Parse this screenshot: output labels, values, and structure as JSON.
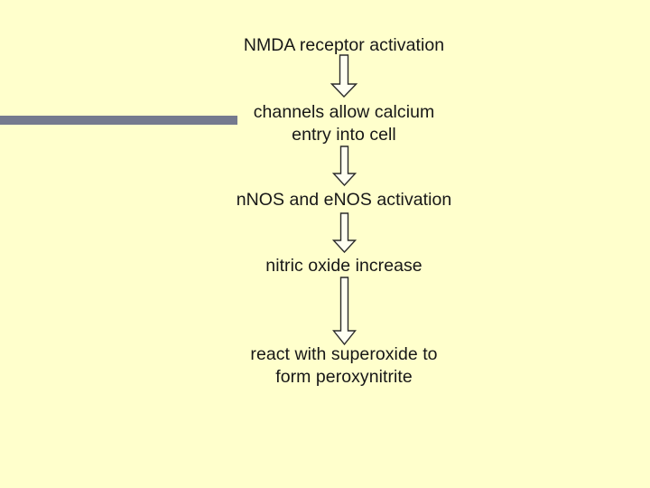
{
  "slide": {
    "background_color": "#ffffcc",
    "text_color": "#171717",
    "accent_bar_color": "#757a8e",
    "arrow_fill_color": "#fffff2",
    "arrow_outline_color": "#2b2b2b"
  },
  "flow": {
    "steps": [
      {
        "id": "step-1",
        "text": "NMDA receptor activation"
      },
      {
        "id": "step-2",
        "text": "channels allow calcium\nentry into cell"
      },
      {
        "id": "step-3",
        "text": "nNOS and eNOS activation"
      },
      {
        "id": "step-4",
        "text": "nitric oxide increase"
      },
      {
        "id": "step-5",
        "text": "react with superoxide to\nform peroxynitrite"
      }
    ],
    "connectors": [
      {
        "id": "arrow-1",
        "icon": "down-block-arrow-icon"
      },
      {
        "id": "arrow-2",
        "icon": "down-block-arrow-icon"
      },
      {
        "id": "arrow-3",
        "icon": "down-block-arrow-icon"
      },
      {
        "id": "arrow-4",
        "icon": "down-block-arrow-icon"
      }
    ]
  }
}
